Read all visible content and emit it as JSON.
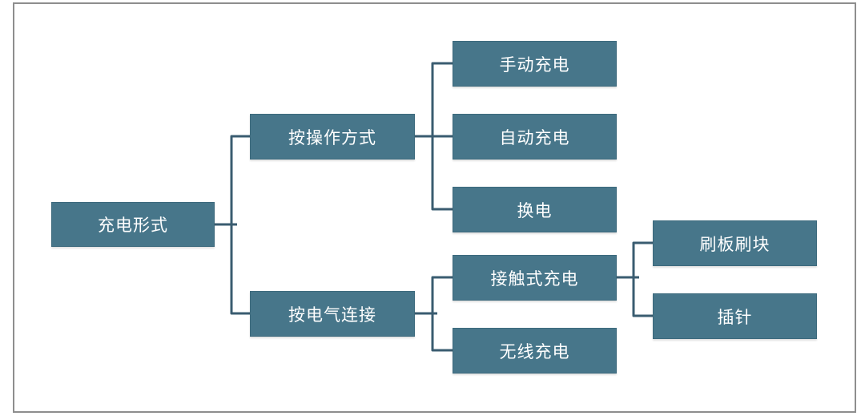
{
  "diagram": {
    "tree": {
      "label": "充电形式",
      "children": [
        {
          "label": "按操作方式",
          "children": [
            {
              "label": "手动充电"
            },
            {
              "label": "自动充电"
            },
            {
              "label": "换电"
            }
          ]
        },
        {
          "label": "按电气连接",
          "children": [
            {
              "label": "接触式充电",
              "children": [
                {
                  "label": "刷板刷块"
                },
                {
                  "label": "插针"
                }
              ]
            },
            {
              "label": "无线充电"
            }
          ]
        }
      ]
    }
  },
  "colors": {
    "node_fill": "#47768A",
    "node_border": "#3D6A7D",
    "connector": "#3A5C70",
    "frame_border": "#8E8E8E",
    "node_text": "#FFFFFF",
    "background": "#FFFFFF"
  }
}
